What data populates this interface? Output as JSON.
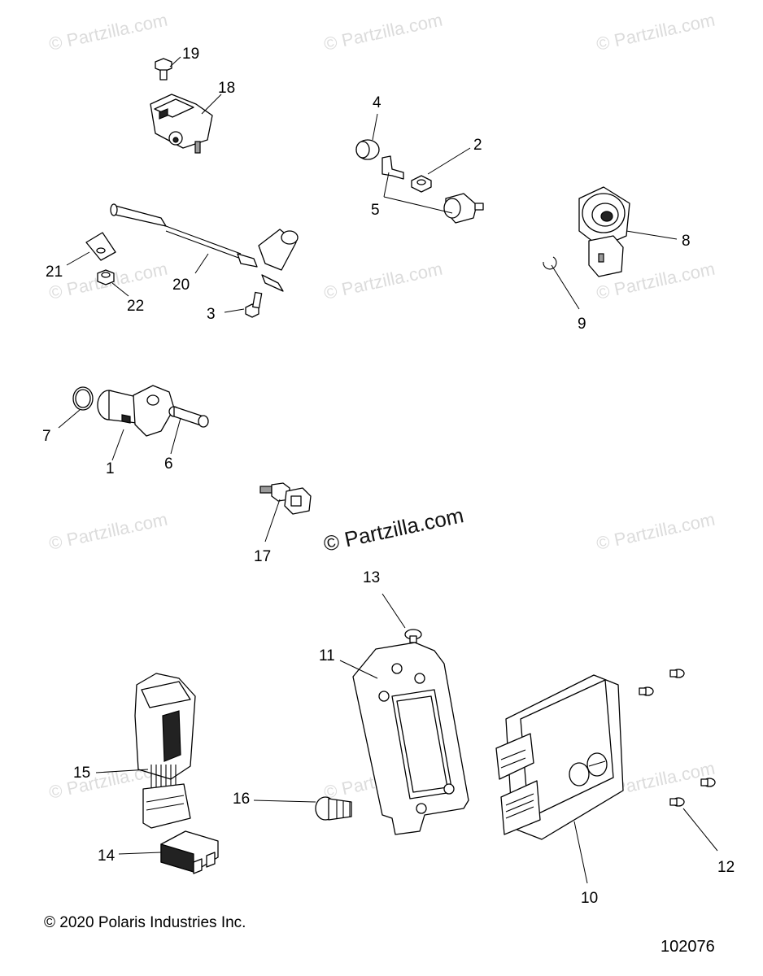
{
  "watermark": "© Partzilla.com",
  "watermark_center": "© Partzilla.com",
  "callouts": {
    "c1": "1",
    "c2": "2",
    "c3": "3",
    "c4": "4",
    "c5": "5",
    "c6": "6",
    "c7": "7",
    "c8": "8",
    "c9": "9",
    "c10": "10",
    "c11": "11",
    "c12": "12",
    "c13": "13",
    "c14": "14",
    "c15": "15",
    "c16": "16",
    "c17": "17",
    "c18": "18",
    "c19": "19",
    "c20": "20",
    "c21": "21",
    "c22": "22"
  },
  "footer": {
    "copyright": "© 2020 Polaris Industries Inc.",
    "diagram_number": "102076"
  }
}
